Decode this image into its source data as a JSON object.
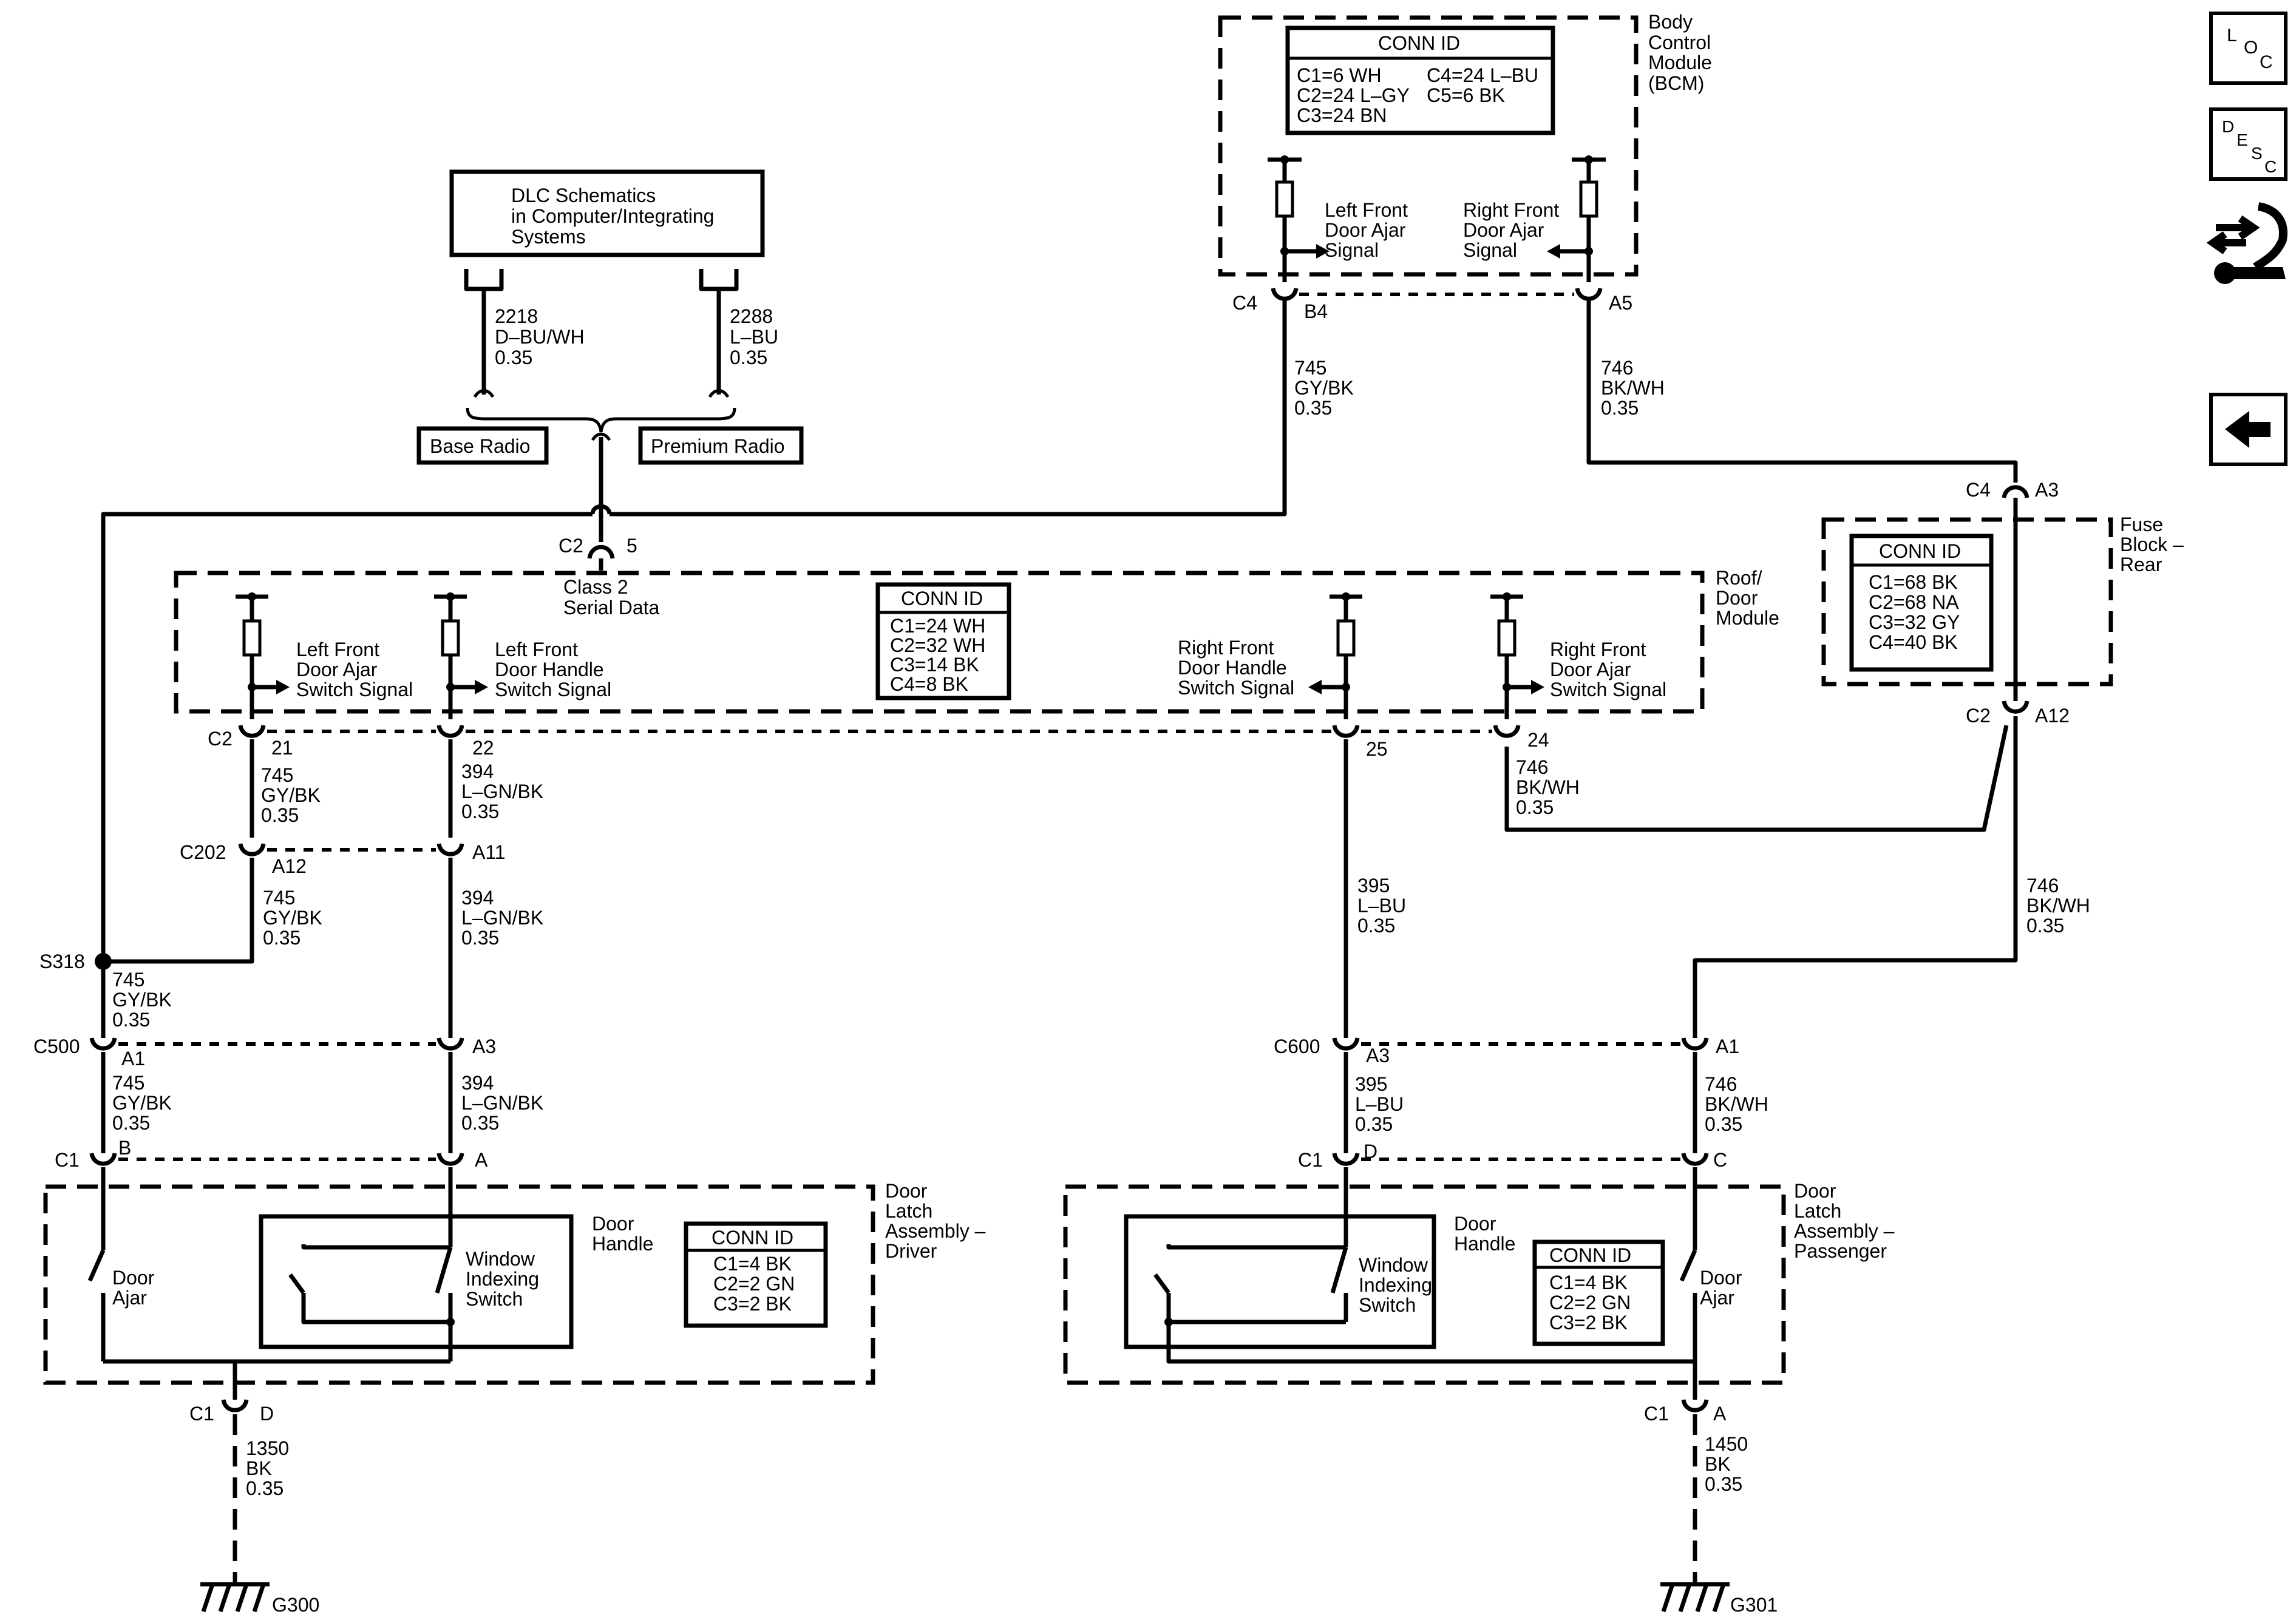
{
  "nav": {
    "loc": [
      "L",
      "O",
      "C"
    ],
    "desc": [
      "D",
      "E",
      "S",
      "C"
    ]
  },
  "dlc": {
    "lines": [
      "DLC Schematics",
      "in Computer/Integrating",
      "Systems"
    ],
    "left_wire": [
      "2218",
      "D–BU/WH",
      "0.35"
    ],
    "right_wire": [
      "2288",
      "L–BU",
      "0.35"
    ],
    "base_radio": "Base Radio",
    "premium_radio": "Premium Radio"
  },
  "bcm": {
    "title": [
      "Body",
      "Control",
      "Module",
      "(BCM)"
    ],
    "conn_id_header": "CONN ID",
    "conn_id_left": [
      "C1=6 WH",
      "C2=24 L–GY",
      "C3=24 BN"
    ],
    "conn_id_right": [
      "C4=24 L–BU",
      "C5=6 BK"
    ],
    "left_signal": [
      "Left Front",
      "Door Ajar",
      "Signal"
    ],
    "right_signal": [
      "Right Front",
      "Door Ajar",
      "Signal"
    ],
    "conn_label": "C4",
    "pin_left": "B4",
    "pin_right": "A5"
  },
  "wires": {
    "w745_bcm": [
      "745",
      "GY/BK",
      "0.35"
    ],
    "w746_bcm": [
      "746",
      "BK/WH",
      "0.35"
    ],
    "w745_c2": [
      "745",
      "GY/BK",
      "0.35"
    ],
    "w394_c2": [
      "394",
      "L–GN/BK",
      "0.35"
    ],
    "w746_c2": [
      "746",
      "BK/WH",
      "0.35"
    ],
    "w745_c202": [
      "745",
      "GY/BK",
      "0.35"
    ],
    "w394_c202": [
      "394",
      "L–GN/BK",
      "0.35"
    ],
    "w395_mid": [
      "395",
      "L–BU",
      "0.35"
    ],
    "w746_fuse": [
      "746",
      "BK/WH",
      "0.35"
    ],
    "w745_s318": [
      "745",
      "GY/BK",
      "0.35"
    ],
    "w745_c500": [
      "745",
      "GY/BK",
      "0.35"
    ],
    "w394_c500": [
      "394",
      "L–GN/BK",
      "0.35"
    ],
    "w395_c600": [
      "395",
      "L–BU",
      "0.35"
    ],
    "w746_c600": [
      "746",
      "BK/WH",
      "0.35"
    ],
    "w1350": [
      "1350",
      "BK",
      "0.35"
    ],
    "w1450": [
      "1450",
      "BK",
      "0.35"
    ]
  },
  "connectors": {
    "c2_class2": "C2",
    "c2_class2_pin": "5",
    "class2_label": [
      "Class 2",
      "Serial Data"
    ],
    "c4_fuse": "C4",
    "c4_fuse_pin": "A3",
    "c2_fuse": "C2",
    "c2_fuse_pin": "A12",
    "c2_roof": "C2",
    "roof_pin_21": "21",
    "roof_pin_22": "22",
    "roof_pin_25": "25",
    "roof_pin_24": "24",
    "c202": "C202",
    "c202_pin_a12": "A12",
    "c202_pin_a11": "A11",
    "s318": "S318",
    "c500": "C500",
    "c500_pin_a1": "A1",
    "c500_pin_a3": "A3",
    "c600": "C600",
    "c600_pin_a3": "A3",
    "c600_pin_a1": "A1",
    "c1_driver": "C1",
    "c1_driver_pin_b": "B",
    "c1_driver_pin_a": "A",
    "c1_pass": "C1",
    "c1_pass_pin_d": "D",
    "c1_pass_pin_c": "C",
    "c1_driver_gnd": "C1",
    "c1_driver_gnd_pin": "D",
    "c1_pass_gnd": "C1",
    "c1_pass_gnd_pin": "A",
    "g300": "G300",
    "g301": "G301"
  },
  "fuse_block": {
    "title": [
      "Fuse",
      "Block –",
      "Rear"
    ],
    "conn_id_header": "CONN ID",
    "conn_id": [
      "C1=68 BK",
      "C2=68 NA",
      "C3=32 GY",
      "C4=40 BK"
    ]
  },
  "roof_module": {
    "title": [
      "Roof/",
      "Door",
      "Module"
    ],
    "conn_id_header": "CONN ID",
    "conn_id": [
      "C1=24 WH",
      "C2=32 WH",
      "C3=14 BK",
      "C4=8 BK"
    ],
    "lf_ajar": [
      "Left Front",
      "Door Ajar",
      "Switch Signal"
    ],
    "lf_handle": [
      "Left Front",
      "Door Handle",
      "Switch Signal"
    ],
    "rf_handle": [
      "Right Front",
      "Door Handle",
      "Switch Signal"
    ],
    "rf_ajar": [
      "Right Front",
      "Door Ajar",
      "Switch Signal"
    ]
  },
  "driver_latch": {
    "title": [
      "Door",
      "Latch",
      "Assembly –",
      "Driver"
    ],
    "handle": [
      "Door",
      "Handle"
    ],
    "door_ajar": [
      "Door",
      "Ajar"
    ],
    "window_switch": [
      "Window",
      "Indexing",
      "Switch"
    ],
    "conn_id_header": "CONN ID",
    "conn_id": [
      "C1=4 BK",
      "C2=2 GN",
      "C3=2 BK"
    ]
  },
  "passenger_latch": {
    "title": [
      "Door",
      "Latch",
      "Assembly –",
      "Passenger"
    ],
    "handle": [
      "Door",
      "Handle"
    ],
    "door_ajar": [
      "Door",
      "Ajar"
    ],
    "window_switch": [
      "Window",
      "Indexing",
      "Switch"
    ],
    "conn_id_header": "CONN ID",
    "conn_id": [
      "C1=4 BK",
      "C2=2 GN",
      "C3=2 BK"
    ]
  }
}
